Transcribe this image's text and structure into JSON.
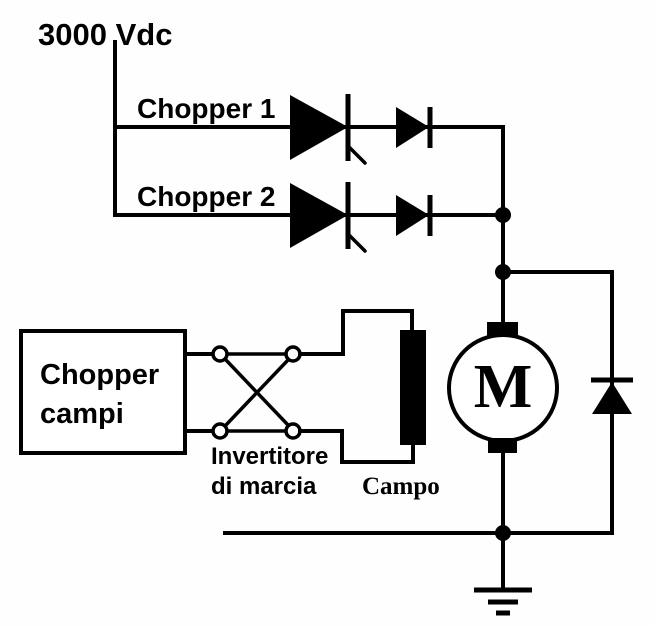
{
  "labels": {
    "supply": "3000 Vdc",
    "chopper1": "Chopper 1",
    "chopper2": "Chopper 2",
    "field_chopper_line1": "Chopper",
    "field_chopper_line2": "campi",
    "reverser_line1": "Invertitore",
    "reverser_line2": "di marcia",
    "field_winding": "Campo",
    "motor": "M"
  },
  "colors": {
    "ink": "#000000",
    "paper": "#ffffff"
  }
}
